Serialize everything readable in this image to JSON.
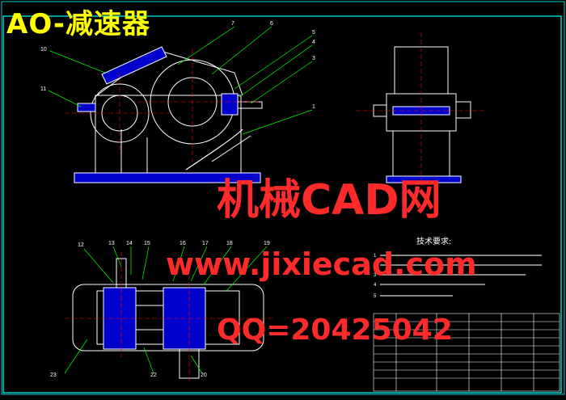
{
  "header": {
    "title": "AO-减速器"
  },
  "watermark": {
    "line1": "机械CAD网",
    "line2": "www.jixiecad.com",
    "line3": "QQ=20425042"
  },
  "tech_requirements": {
    "title": "技术要求:",
    "items": [
      "1",
      "2",
      "3",
      "4",
      "5"
    ]
  },
  "callouts": [
    "10",
    "11",
    "7",
    "6",
    "5",
    "4",
    "3",
    "1",
    "12",
    "13",
    "14",
    "15",
    "16",
    "17",
    "18",
    "19",
    "23",
    "22",
    "20"
  ],
  "colors": {
    "outline": "#ffffff",
    "leader": "#00ff00",
    "hatch": "#0000ff",
    "center": "#ff0000",
    "border": "#00ffff",
    "watermark": "#ff2a2a",
    "title": "#ffff00"
  }
}
